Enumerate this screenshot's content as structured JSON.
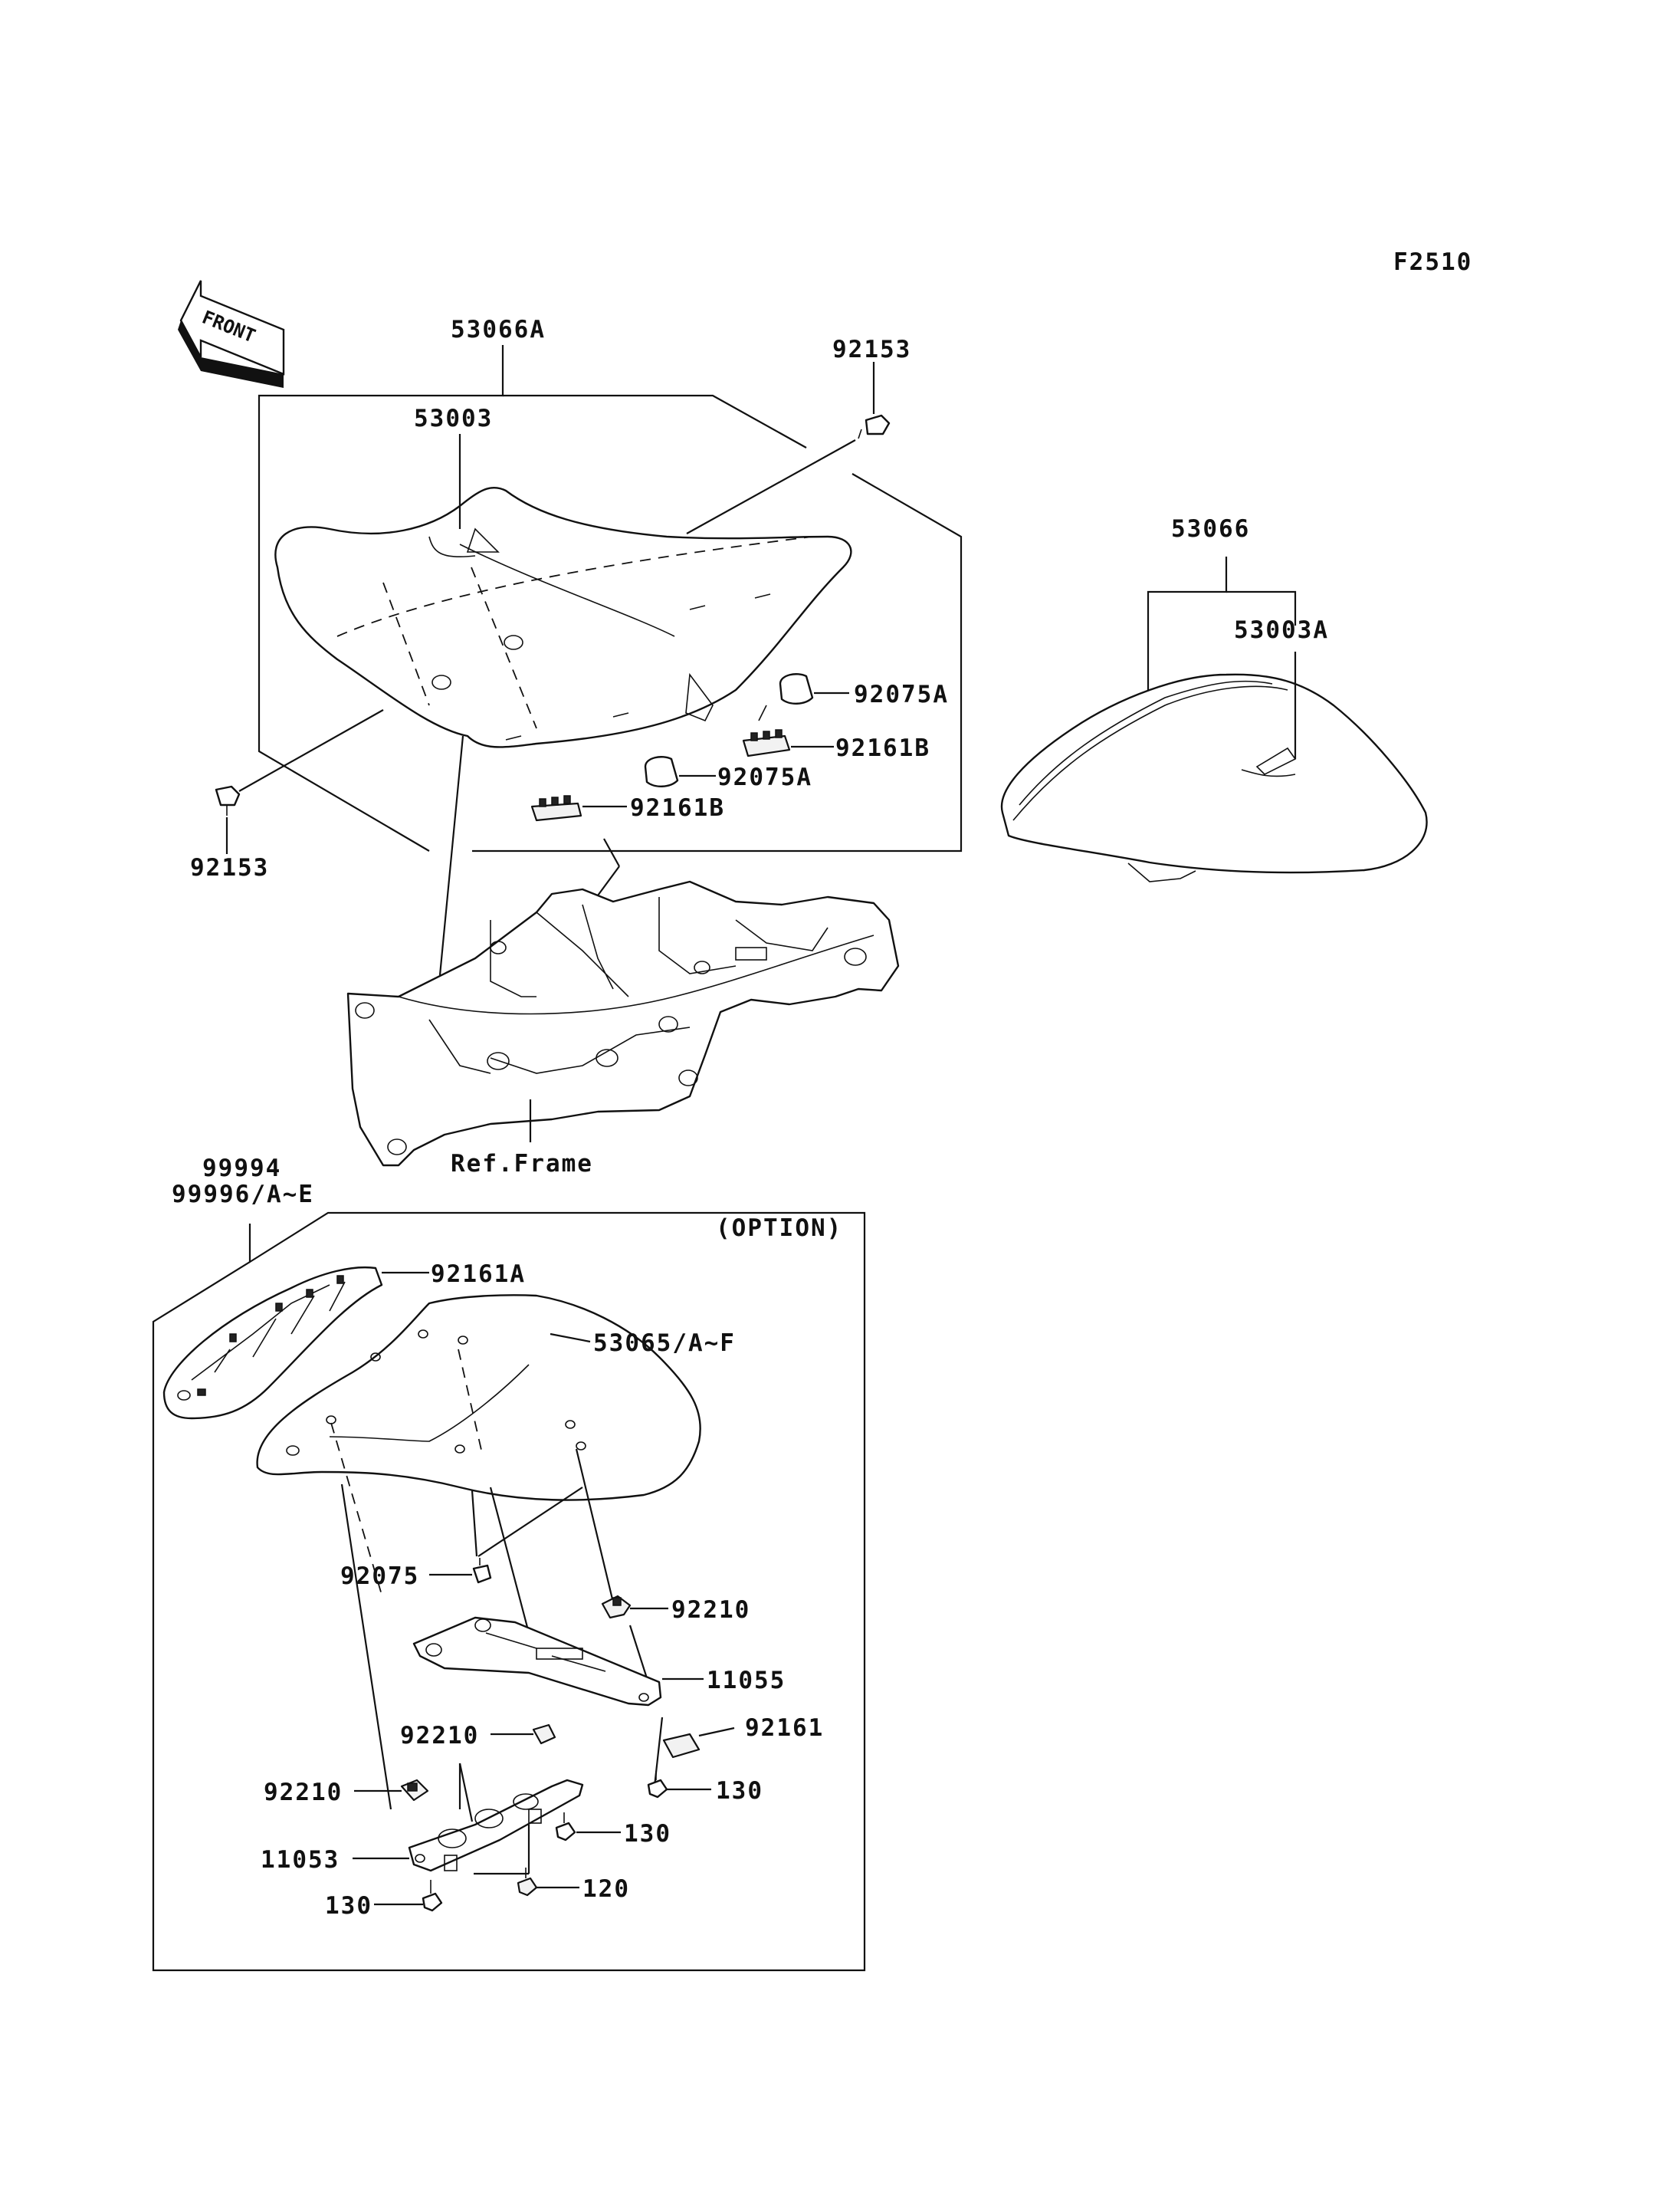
{
  "figure_code": "F2510",
  "front_marker": "FRONT",
  "option_label": "(OPTION)",
  "ref_frame_label": "Ref.Frame",
  "parts": {
    "p53066A": "53066A",
    "p53003": "53003",
    "p92153_top": "92153",
    "p92153_left": "92153",
    "p92075A_1": "92075A",
    "p92075A_2": "92075A",
    "p92161B_1": "92161B",
    "p92161B_2": "92161B",
    "p53066": "53066",
    "p53003A": "53003A",
    "p99994": "99994",
    "p99996": "99996/A~E",
    "p92161A": "92161A",
    "p53065": "53065/A~F",
    "p92075": "92075",
    "p92210_1": "92210",
    "p92210_2": "92210",
    "p92210_3": "92210",
    "p11055": "11055",
    "p92161": "92161",
    "p130_1": "130",
    "p130_2": "130",
    "p130_3": "130",
    "p11053": "11053",
    "p120": "120"
  }
}
